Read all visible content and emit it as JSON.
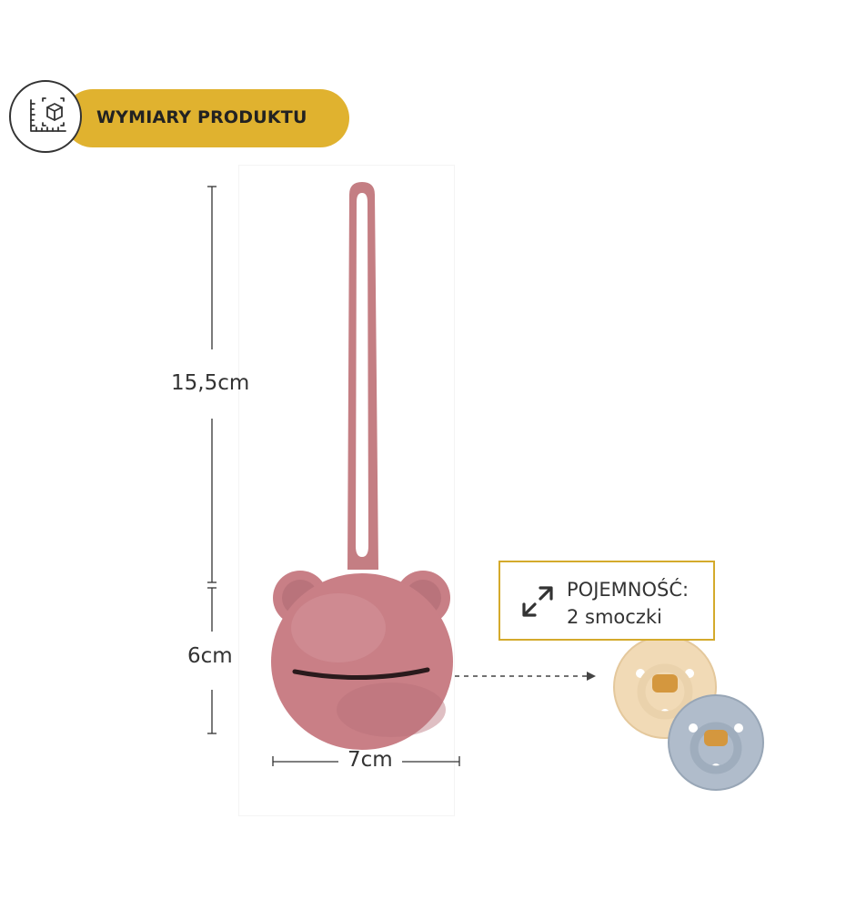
{
  "header": {
    "badge_label": "WYMIARY PRODUKTU",
    "icon": "dimensions-cube-icon"
  },
  "dimensions": {
    "height": "15,5cm",
    "depth": "6cm",
    "width": "7cm"
  },
  "capacity": {
    "title": "POJEMNOŚĆ:",
    "value": "2 smoczki",
    "icon": "resize-arrows-icon"
  },
  "colors": {
    "accent": "#e0b22f",
    "product": "#c77d83",
    "pacifier_beige": "#f0d9b5",
    "pacifier_grey": "#aebbc8",
    "nipple": "#d49a3f"
  }
}
